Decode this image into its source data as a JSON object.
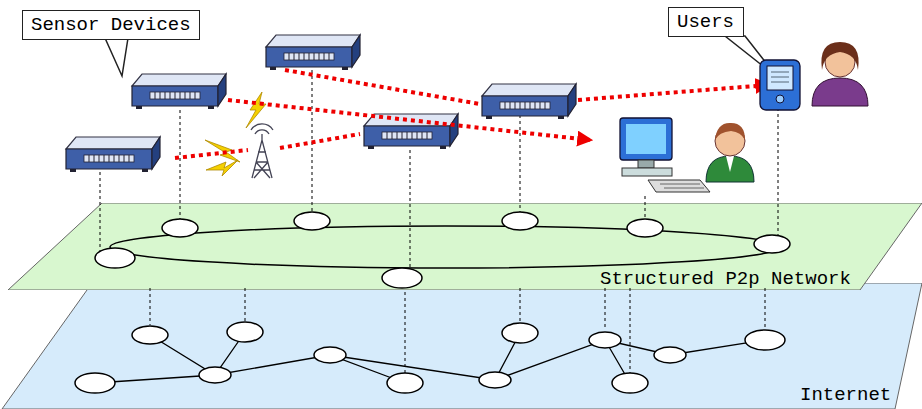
{
  "diagram": {
    "nodes": [
      {
        "text": [
          "Sensor Devices"
        ]
      },
      {
        "text": [
          "Users"
        ]
      },
      {
        "text": [
          "Structured P2p Network"
        ]
      },
      {
        "text": [
          "Internet"
        ]
      }
    ]
  }
}
